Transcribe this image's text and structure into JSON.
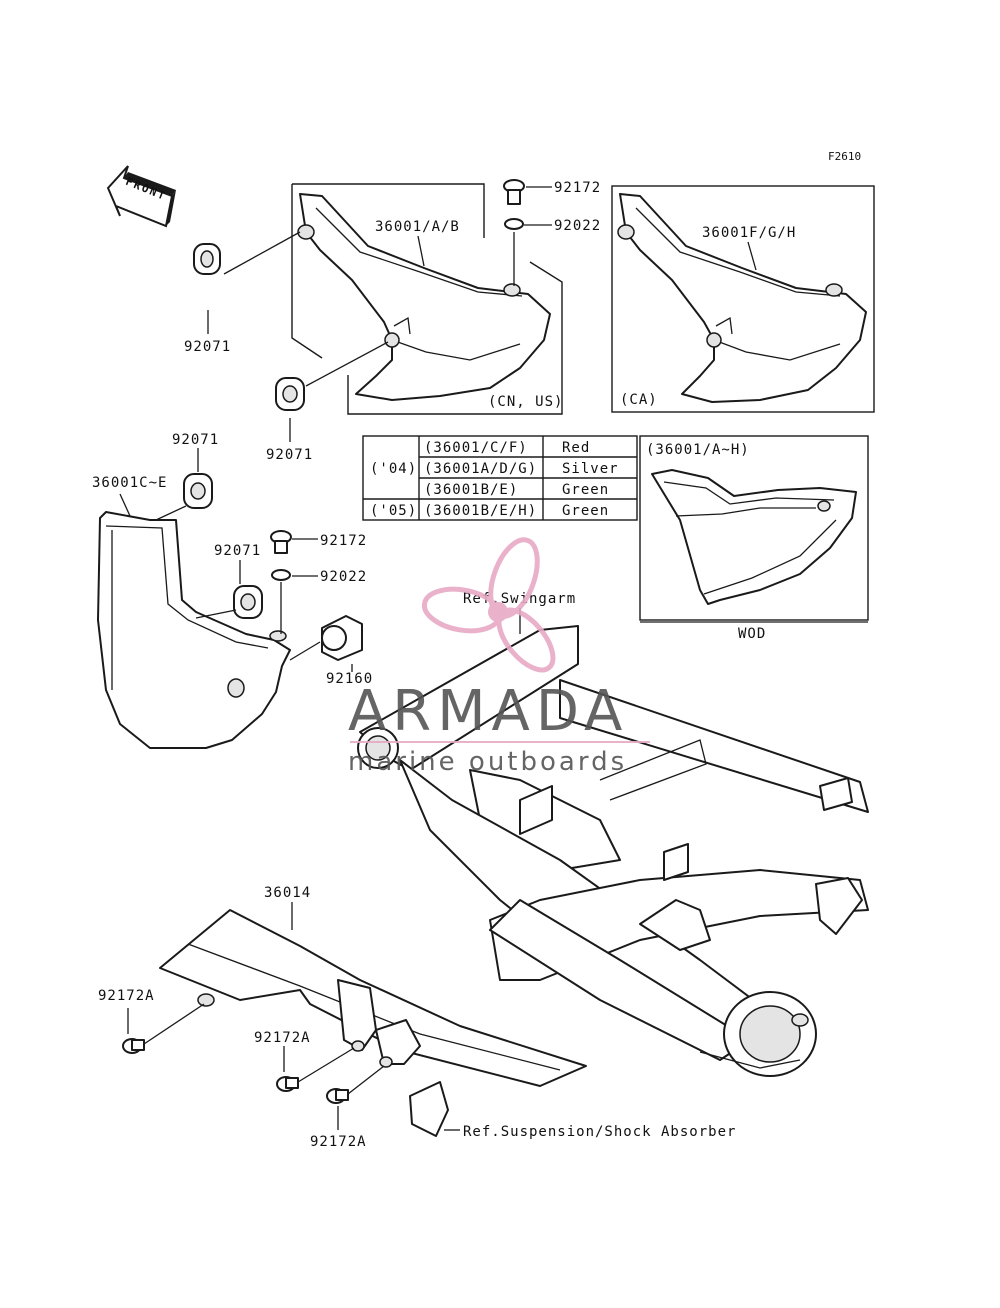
{
  "figure_code": "F2610",
  "front_label": "FRONT",
  "callouts": {
    "cover_ab": "36001/A/B",
    "cover_fgh": "36001F/G/H",
    "cover_ce": "36001C~E",
    "grommet_1": "92071",
    "grommet_2": "92071",
    "grommet_3": "92071",
    "grommet_4": "92071",
    "screw_top": "92172",
    "washer_top": "92022",
    "screw_left": "92172",
    "washer_left": "92022",
    "collar": "92160",
    "chain_cover": "36014",
    "screw_a1": "92172A",
    "screw_a2": "92172A",
    "screw_a3": "92172A",
    "market_cn_us": "(CN, US)",
    "market_ca": "(CA)",
    "ref_swingarm": "Ref.Swingarm",
    "ref_suspension": "Ref.Suspension/Shock Absorber",
    "wod_header": "(36001/A~H)",
    "wod_caption": "WOD"
  },
  "color_table": {
    "rows": [
      {
        "year": "('04)",
        "part": "(36001/C/F)",
        "color": "Red"
      },
      {
        "year": "",
        "part": "(36001A/D/G)",
        "color": "Silver"
      },
      {
        "year": "",
        "part": "(36001B/E)",
        "color": "Green"
      },
      {
        "year": "('05)",
        "part": "(36001B/E/H)",
        "color": "Green"
      }
    ]
  },
  "watermark": {
    "brand": "ARMADA",
    "tagline": "marine outboards",
    "accent_color": "#e8a9c6"
  }
}
